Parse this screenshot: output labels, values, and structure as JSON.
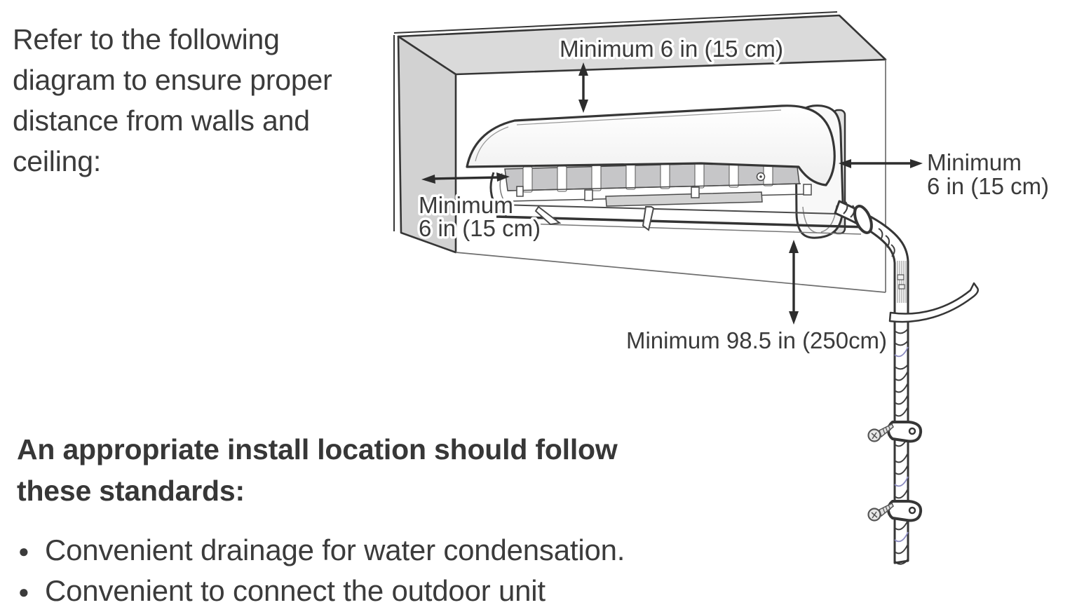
{
  "intro": {
    "lines": [
      "Refer to the following",
      "diagram to ensure proper",
      "distance from walls and",
      "ceiling:"
    ]
  },
  "diagram": {
    "labels": {
      "top": "Minimum 6 in (15 cm)",
      "left_line1": "Minimum",
      "left_line2": "6 in (15 cm)",
      "right_line1": "Minimum",
      "right_line2": "6 in (15 cm)",
      "bottom": "Minimum 98.5 in (250cm)"
    },
    "colors": {
      "line": "#363636",
      "ceiling_fill": "#dadada",
      "wall_fill": "#d2d2d2",
      "filter_fill": "#c6c6c8",
      "text": "#3b3b3b",
      "blue_wrap": "#8b8bc0"
    }
  },
  "standards": {
    "heading_lines": [
      "An appropriate install location should follow",
      "these standards:"
    ],
    "bullets": [
      "Convenient drainage for water condensation.",
      "Convenient to connect the outdoor unit"
    ]
  }
}
